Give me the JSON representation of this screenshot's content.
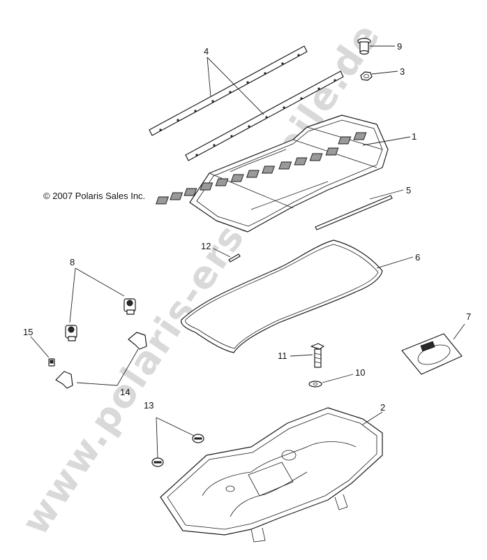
{
  "copyright": "© 2007 Polaris Sales Inc.",
  "watermark": "www.polaris-ersatzteile.de",
  "callouts": {
    "c1": "1",
    "c2": "2",
    "c3": "3",
    "c4": "4",
    "c5": "5",
    "c6": "6",
    "c7": "7",
    "c8": "8",
    "c9": "9",
    "c10": "10",
    "c11": "11",
    "c12": "12",
    "c13": "13",
    "c14": "14",
    "c15": "15"
  }
}
